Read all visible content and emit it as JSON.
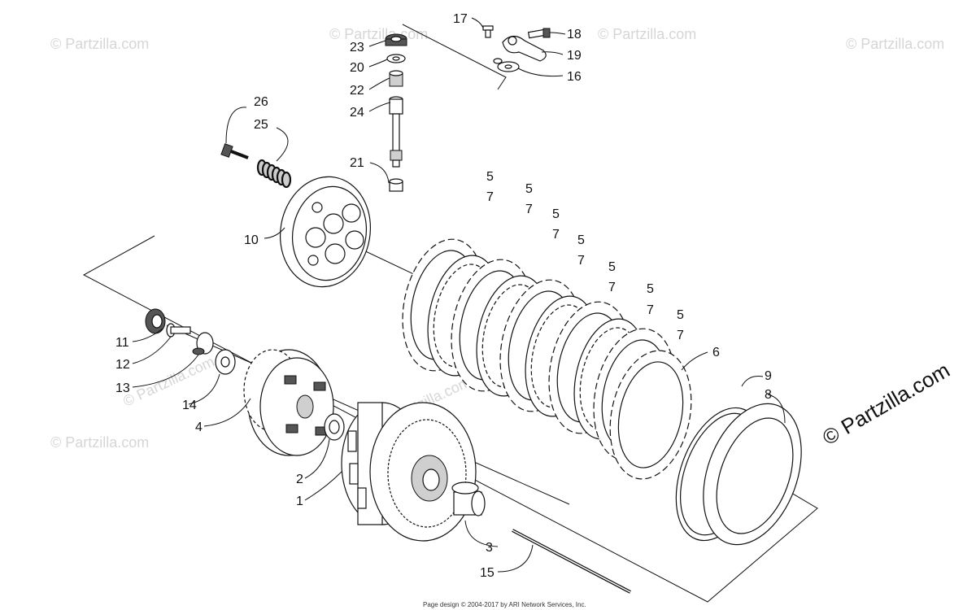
{
  "brand": {
    "text": "© Partzilla.com"
  },
  "watermark": {
    "text": "© Partzilla.com"
  },
  "footer": {
    "text": "Page design © 2004-2017 by ARI Network Services, Inc."
  },
  "callouts": {
    "c1": "1",
    "c2": "2",
    "c3": "3",
    "c4": "4",
    "c5a": "5",
    "c5b": "5",
    "c5c": "5",
    "c5d": "5",
    "c5e": "5",
    "c5f": "5",
    "c5g": "5",
    "c6": "6",
    "c7a": "7",
    "c7b": "7",
    "c7c": "7",
    "c7d": "7",
    "c7e": "7",
    "c7f": "7",
    "c7g": "7",
    "c8": "8",
    "c9": "9",
    "c10": "10",
    "c11": "11",
    "c12": "12",
    "c13": "13",
    "c14": "14",
    "c15": "15",
    "c16": "16",
    "c17": "17",
    "c18": "18",
    "c19": "19",
    "c20": "20",
    "c21": "21",
    "c22": "22",
    "c23": "23",
    "c24": "24",
    "c25": "25",
    "c26": "26"
  }
}
